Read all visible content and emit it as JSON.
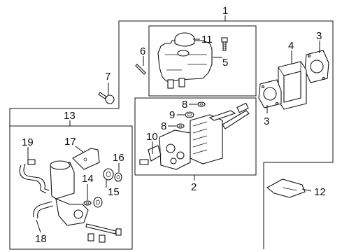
{
  "callouts": {
    "n1": "1",
    "n2": "2",
    "n3a": "3",
    "n3b": "3",
    "n4": "4",
    "n5": "5",
    "n6": "6",
    "n7": "7",
    "n8a": "8",
    "n8b": "8",
    "n9": "9",
    "n10": "10",
    "n11": "11",
    "n12": "12",
    "n13": "13",
    "n14": "14",
    "n15": "15",
    "n16": "16",
    "n17": "17",
    "n18": "18",
    "n19": "19"
  },
  "colors": {
    "line": "#111111",
    "background": "#ffffff"
  }
}
